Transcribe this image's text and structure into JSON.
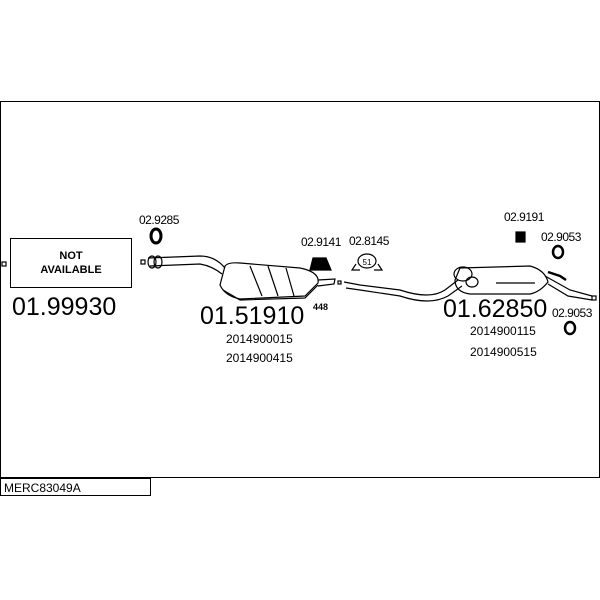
{
  "diagram_code": "MERC83049A",
  "parts": {
    "not_available_line1": "NOT",
    "not_available_line2": "AVAILABLE",
    "front_pipe_code": "01.99930",
    "gasket_front": "02.9285",
    "front_silencer_code": "01.51910",
    "front_silencer_suffix": "448",
    "front_silencer_ref1": "2014900015",
    "front_silencer_ref2": "2014900415",
    "rubber_mount": "02.9141",
    "clamp": "02.8145",
    "clamp_size": "51",
    "bolt": "02.9191",
    "ring_upper": "02.9053",
    "rear_silencer_code": "01.62850",
    "ring_lower": "02.9053",
    "rear_silencer_ref1": "2014900115",
    "rear_silencer_ref2": "2014900515"
  }
}
